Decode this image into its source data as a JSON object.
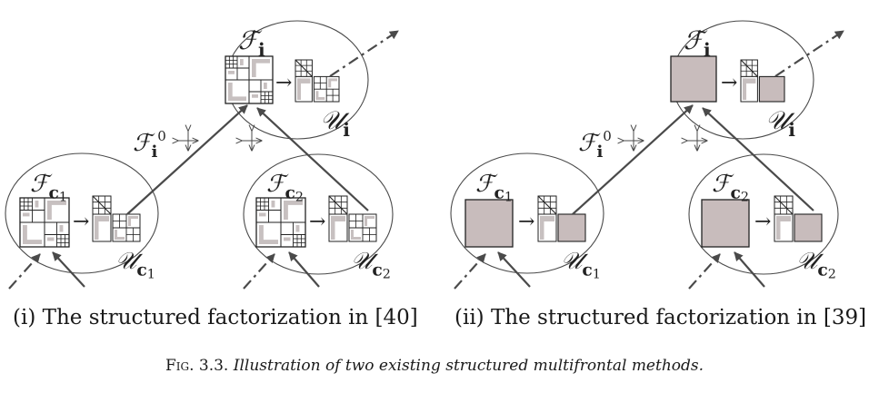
{
  "diagram": {
    "panels": [
      {
        "type": "structured",
        "nodes": {
          "parent": {
            "front": "ℱ",
            "front_sub": "i",
            "update": "𝒰",
            "update_sub": "i"
          },
          "child1": {
            "front": "ℱ",
            "front_sub": "c",
            "front_sub2": "1",
            "update": "𝒰",
            "update_sub": "c",
            "update_sub2": "1"
          },
          "child2": {
            "front": "ℱ",
            "front_sub": "c",
            "front_sub2": "2",
            "update": "𝒰",
            "update_sub": "c",
            "update_sub2": "2"
          }
        },
        "initial_label": {
          "main": "ℱ",
          "sub": "i",
          "sup": "0"
        }
      },
      {
        "type": "dense",
        "nodes": {
          "parent": {
            "front": "ℱ",
            "front_sub": "i",
            "update": "𝒰",
            "update_sub": "i"
          },
          "child1": {
            "front": "ℱ",
            "front_sub": "c",
            "front_sub2": "1",
            "update": "𝒰",
            "update_sub": "c",
            "update_sub2": "1"
          },
          "child2": {
            "front": "ℱ",
            "front_sub": "c",
            "front_sub2": "2",
            "update": "𝒰",
            "update_sub": "c",
            "update_sub2": "2"
          }
        },
        "initial_label": {
          "main": "ℱ",
          "sub": "i",
          "sup": "0"
        }
      }
    ],
    "arrow_glyph": "→",
    "extend_add_glyph": "↕",
    "colors": {
      "line": "#4a4a4a",
      "dense_fill": "#c8bcbc",
      "light_bar": "#c7c0c0"
    }
  },
  "captions": {
    "sub1": "(i) The structured factorization in [40]",
    "sub2": "(ii) The structured factorization in [39]",
    "figure_label": "Fig. 3.3.",
    "figure_text": "Illustration of two existing structured multifrontal methods."
  }
}
